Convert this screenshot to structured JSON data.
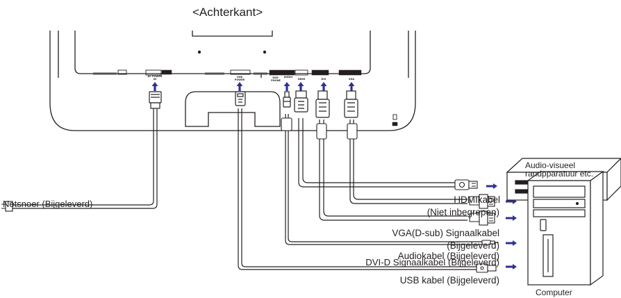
{
  "title": "<Achterkant>",
  "ports": {
    "ac": "AC POWER IN",
    "usb": "USB POWER",
    "earphone": "EAR-PHONE",
    "audio": "AUDIO",
    "hdmi": "HDMI",
    "dvi": "DVI",
    "vga": "VGA"
  },
  "cables": {
    "power": "Netsnoer (Bijgeleverd)",
    "hdmi_line1": "HDMIkabel",
    "hdmi_line2": "(Niet inbegrepen)",
    "vga_line1": "VGA(D-sub) Signaalkabel",
    "vga_line2": "(Bijgeleverd)",
    "dvi": "DVI-D Signaalkabel (Bijgeleverd)",
    "audio": "Audiokabel (Bijgeleverd)",
    "usb": "USB kabel (Bijgeleverd)"
  },
  "devices": {
    "av_line1": "Audio-visueel",
    "av_line2": "randpparatuur etc.",
    "computer": "Computer"
  },
  "colors": {
    "line": "#231f20",
    "arrow": "#2e3192"
  }
}
